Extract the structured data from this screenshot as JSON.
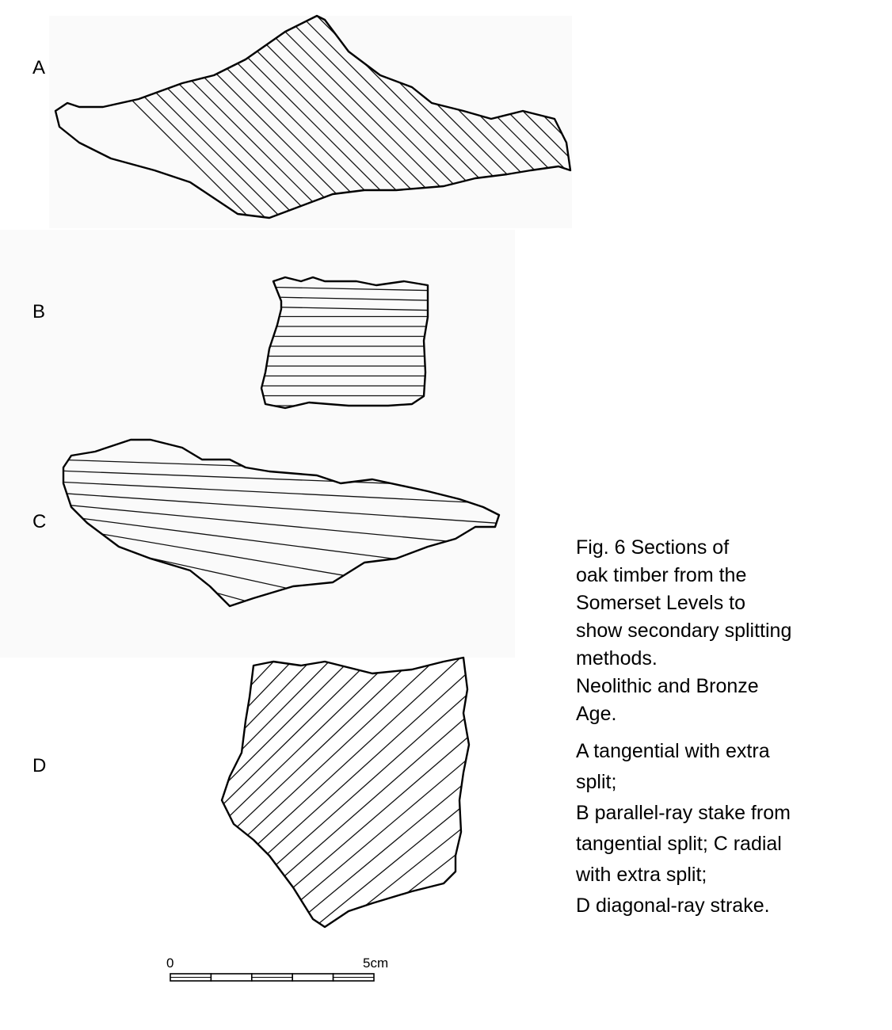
{
  "figure": {
    "section_labels": [
      "A",
      "B",
      "C",
      "D"
    ],
    "caption_lines": [
      "Fig. 6 Sections of",
      "oak timber from the",
      "Somerset Levels to",
      "show secondary splitting",
      "methods.",
      "Neolithic and Bronze",
      "Age."
    ],
    "legend_lines": [
      "A tangential with extra",
      "split;",
      "B parallel-ray stake from",
      "tangential split; C radial",
      "with extra split;",
      "D diagonal-ray strake."
    ],
    "scale": {
      "start_label": "0",
      "end_label": "5cm",
      "segments": 5
    }
  }
}
